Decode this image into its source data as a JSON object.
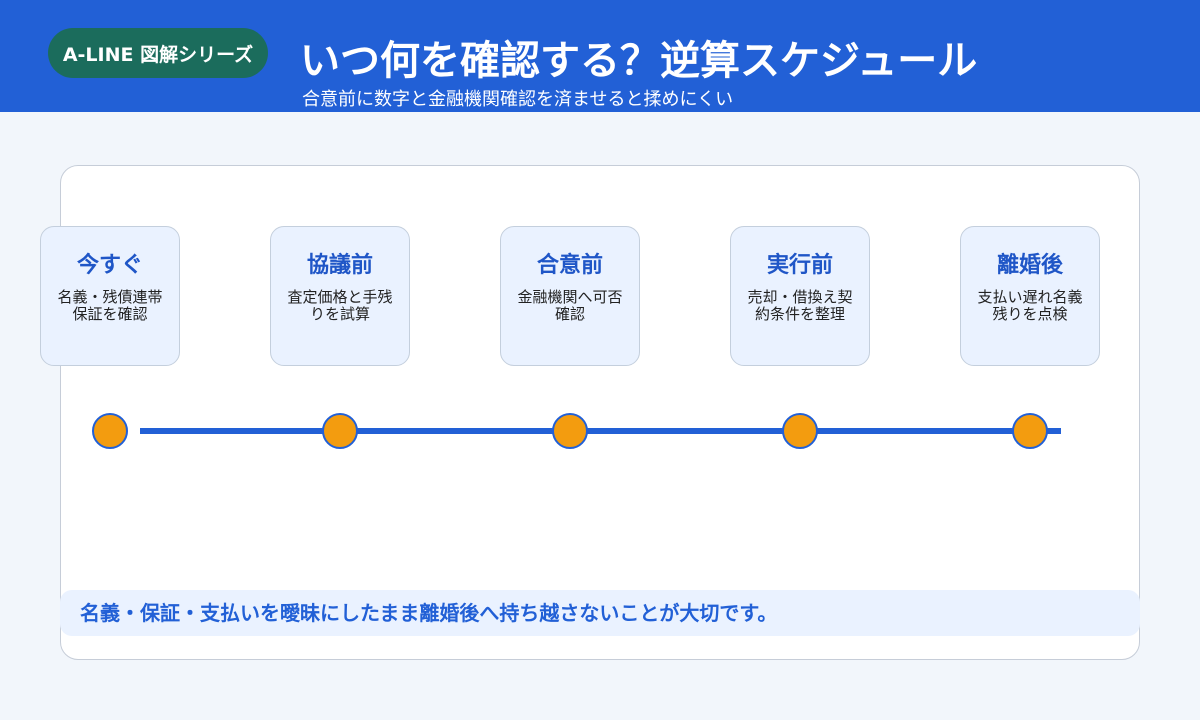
{
  "header": {
    "badge": "A-LINE 図解シリーズ",
    "title": "いつ何を確認する？逆算スケジュール",
    "subtitle": "合意前に数字と金融機関確認を済ませると揉めにくい"
  },
  "steps": [
    {
      "title": "今すぐ",
      "desc": "名義・残債連帯保証を確認"
    },
    {
      "title": "協議前",
      "desc": "査定価格と手残りを試算"
    },
    {
      "title": "合意前",
      "desc": "金融機関へ可否確認"
    },
    {
      "title": "実行前",
      "desc": "売却・借換え契約条件を整理"
    },
    {
      "title": "離婚後",
      "desc": "支払い遅れ名義残りを点検"
    }
  ],
  "note": "名義・保証・支払いを曖昧にしたまま離婚後へ持ち越さないことが大切です。",
  "colors": {
    "header_blue": "#2260d6",
    "badge_green": "#1b6c5c",
    "dot_orange": "#f39c0f",
    "card_bg": "#eaf2ff"
  }
}
